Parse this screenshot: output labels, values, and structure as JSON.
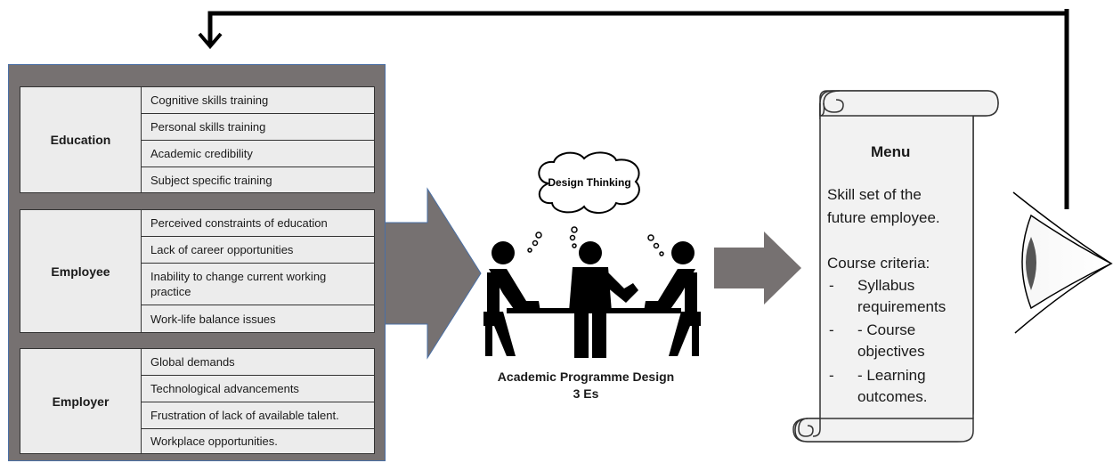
{
  "groups": [
    {
      "label": "Education",
      "items": [
        "Cognitive skills training",
        "Personal skills training",
        "Academic credibility",
        "Subject specific training"
      ]
    },
    {
      "label": "Employee",
      "items": [
        "Perceived constraints of education",
        "Lack of career opportunities",
        "Inability to change current working practice",
        "Work-life balance issues"
      ]
    },
    {
      "label": "Employer",
      "items": [
        "Global demands",
        "Technological advancements",
        "Frustration of lack of available talent.",
        "Workplace opportunities."
      ]
    }
  ],
  "center": {
    "thought": "Design Thinking",
    "caption_line1": "Academic Programme Design",
    "caption_line2": "3 Es"
  },
  "menu": {
    "title": "Menu",
    "skill_line1": "Skill set of the",
    "skill_line2": "future employee.",
    "criteria": "Course criteria:",
    "bullets": [
      {
        "dash": "-",
        "line1": "Syllabus",
        "line2": "requirements"
      },
      {
        "dash": "-",
        "line1": "- Course",
        "line2": "objectives"
      },
      {
        "dash": "-",
        "line1": "- Learning",
        "line2": "outcomes."
      }
    ]
  },
  "colors": {
    "panel": "#767171",
    "cell": "#ececec",
    "arrow": "#767171",
    "scroll": "#f2f2f2"
  }
}
